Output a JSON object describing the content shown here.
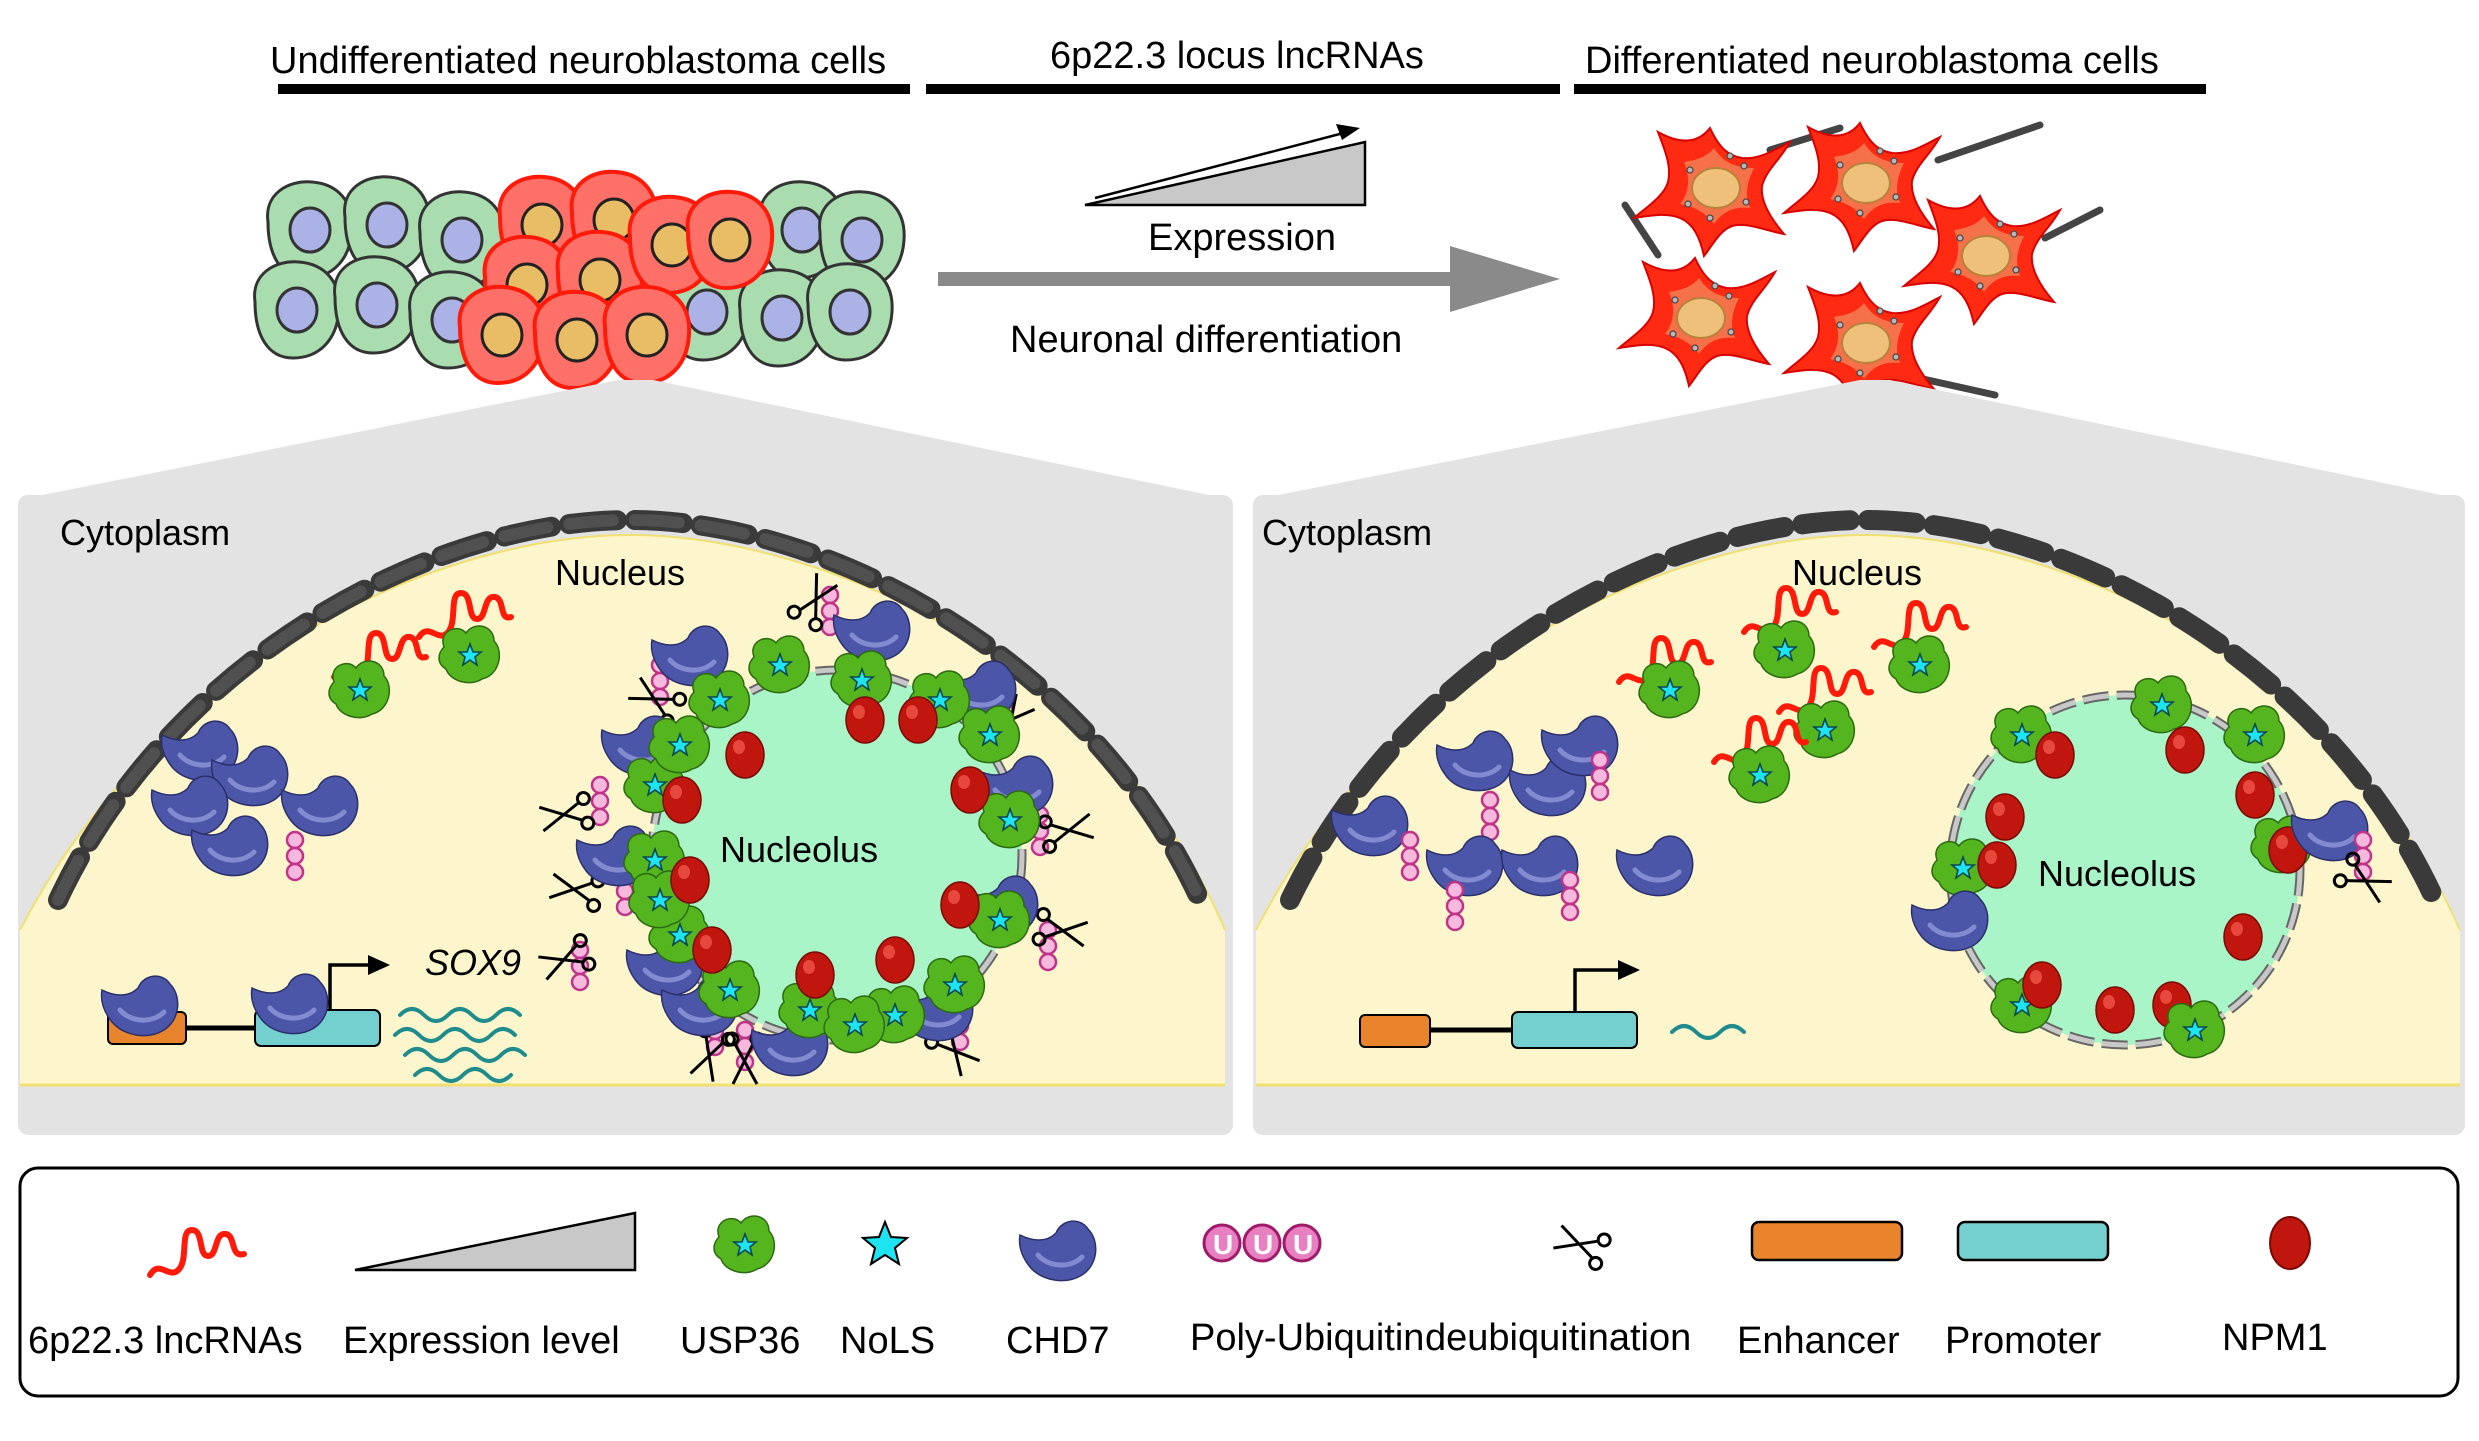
{
  "header": {
    "left_title": "Undifferentiated neuroblastoma cells",
    "center_title": "6p22.3 locus lncRNAs",
    "right_title": "Differentiated neuroblastoma cells"
  },
  "arrows": {
    "expression_label": "Expression",
    "differentiation_label": "Neuronal differentiation"
  },
  "left_panel": {
    "cytoplasm": "Cytoplasm",
    "nucleus": "Nucleus",
    "nucleolus": "Nucleolus",
    "gene": "SOX9"
  },
  "right_panel": {
    "cytoplasm": "Cytoplasm",
    "nucleus": "Nucleus",
    "nucleolus": "Nucleolus"
  },
  "legend": {
    "items": [
      {
        "label": "6p22.3 lncRNAs",
        "icon": "lncrna-icon"
      },
      {
        "label": "Expression level",
        "icon": "expression-wedge-icon"
      },
      {
        "label": "USP36",
        "icon": "usp36-icon"
      },
      {
        "label": "NoLS",
        "icon": "nols-star-icon"
      },
      {
        "label": "CHD7",
        "icon": "chd7-icon"
      },
      {
        "label": "Poly-Ubiquitin",
        "icon": "polyubiquitin-icon",
        "bead_text": "U"
      },
      {
        "label": "deubiquitination",
        "icon": "scissors-icon"
      },
      {
        "label": "Enhancer",
        "icon": "enhancer-icon"
      },
      {
        "label": "Promoter",
        "icon": "promoter-icon"
      },
      {
        "label": "NPM1",
        "icon": "npm1-icon"
      }
    ]
  },
  "colors": {
    "lncrna": "#ff1a0a",
    "usp36": "#55b51f",
    "nols": "#1ee3f0",
    "chd7": "#4c56a8",
    "ubiquitin": "#c0338a",
    "enhancer": "#e8842c",
    "promoter": "#74cfcf",
    "npm1": "#c0160e",
    "nucleolus": "#aaf5c8",
    "nucleus_fill": "#fdf6cc",
    "panel_bg": "#e3e3e3",
    "undiff_cell": "#a9dcae",
    "undiff_nucleus": "#aab2e6",
    "red_cell": "#ff7168",
    "diff_cell": "#ff2a12",
    "cell_nucleus": "#eec07a",
    "transcript": "#1e8c8c"
  }
}
